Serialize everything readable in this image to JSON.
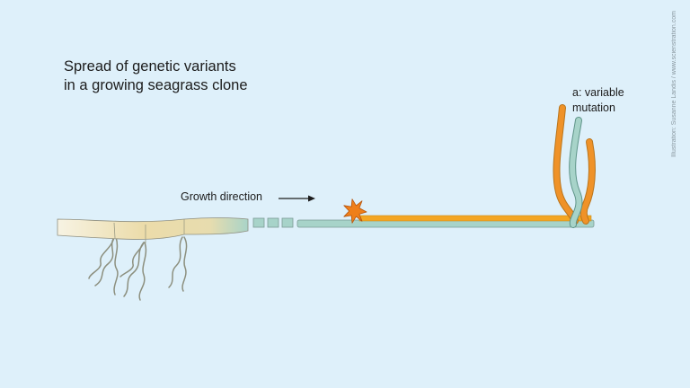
{
  "title": {
    "line1": "Spread of genetic variants",
    "line2": "in a growing seagrass clone"
  },
  "labels": {
    "growth_direction": "Growth direction",
    "mutation_line1": "a: variable",
    "mutation_line2": "mutation"
  },
  "credit": "Illustration: Susanne Landis / www.scienstration.com",
  "colors": {
    "background": "#def0fa",
    "old_rhizome": "#f0e3b5",
    "young_rhizome": "#a7d3c9",
    "mutation_strand": "#f4a623",
    "burst": "#ef7f1a",
    "roots": "#8c8f7e"
  }
}
